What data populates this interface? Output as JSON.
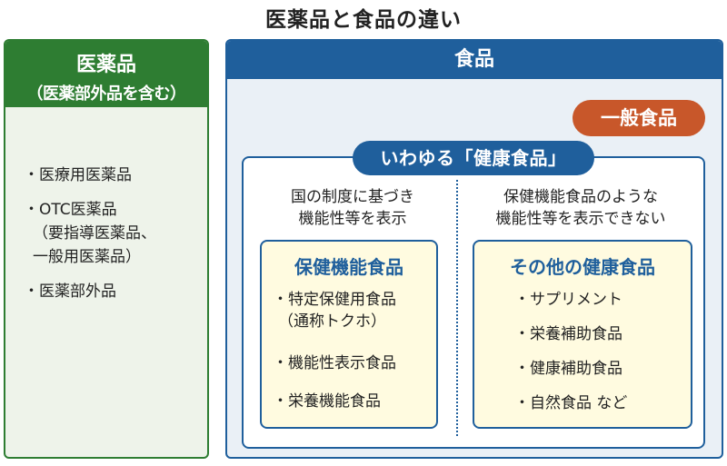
{
  "title": "医薬品と食品の違い",
  "pharma": {
    "title": "医薬品",
    "subtitle": "（医薬部外品を含む）",
    "items": [
      {
        "lines": [
          "・医療用医薬品"
        ]
      },
      {
        "lines": [
          "・OTC医薬品",
          "（要指導医薬品、",
          "一般用医薬品）"
        ]
      },
      {
        "lines": [
          "・医薬部外品"
        ]
      }
    ]
  },
  "food": {
    "title": "食品",
    "general_label": "一般食品",
    "health_label": "いわゆる「健康食品」",
    "left_desc": [
      "国の制度に基づき",
      "機能性等を表示"
    ],
    "right_desc": [
      "保健機能食品のような",
      "機能性等を表示できない"
    ],
    "functional": {
      "title": "保健機能食品",
      "items": [
        {
          "lines": [
            "・特定保健用食品",
            "（通称トクホ）"
          ]
        },
        {
          "lines": [
            "・機能性表示食品"
          ]
        },
        {
          "lines": [
            "・栄養機能食品"
          ]
        }
      ]
    },
    "other": {
      "title": "その他の健康食品",
      "items": [
        {
          "lines": [
            "・サプリメント"
          ]
        },
        {
          "lines": [
            "・栄養補助食品"
          ]
        },
        {
          "lines": [
            "・健康補助食品"
          ]
        },
        {
          "lines": [
            "・自然食品 など"
          ]
        }
      ]
    }
  },
  "colors": {
    "pharma_green": "#2e7d32",
    "food_blue": "#1f5f9c",
    "general_orange": "#c8572a",
    "subbox_yellow": "#fffbe0"
  }
}
